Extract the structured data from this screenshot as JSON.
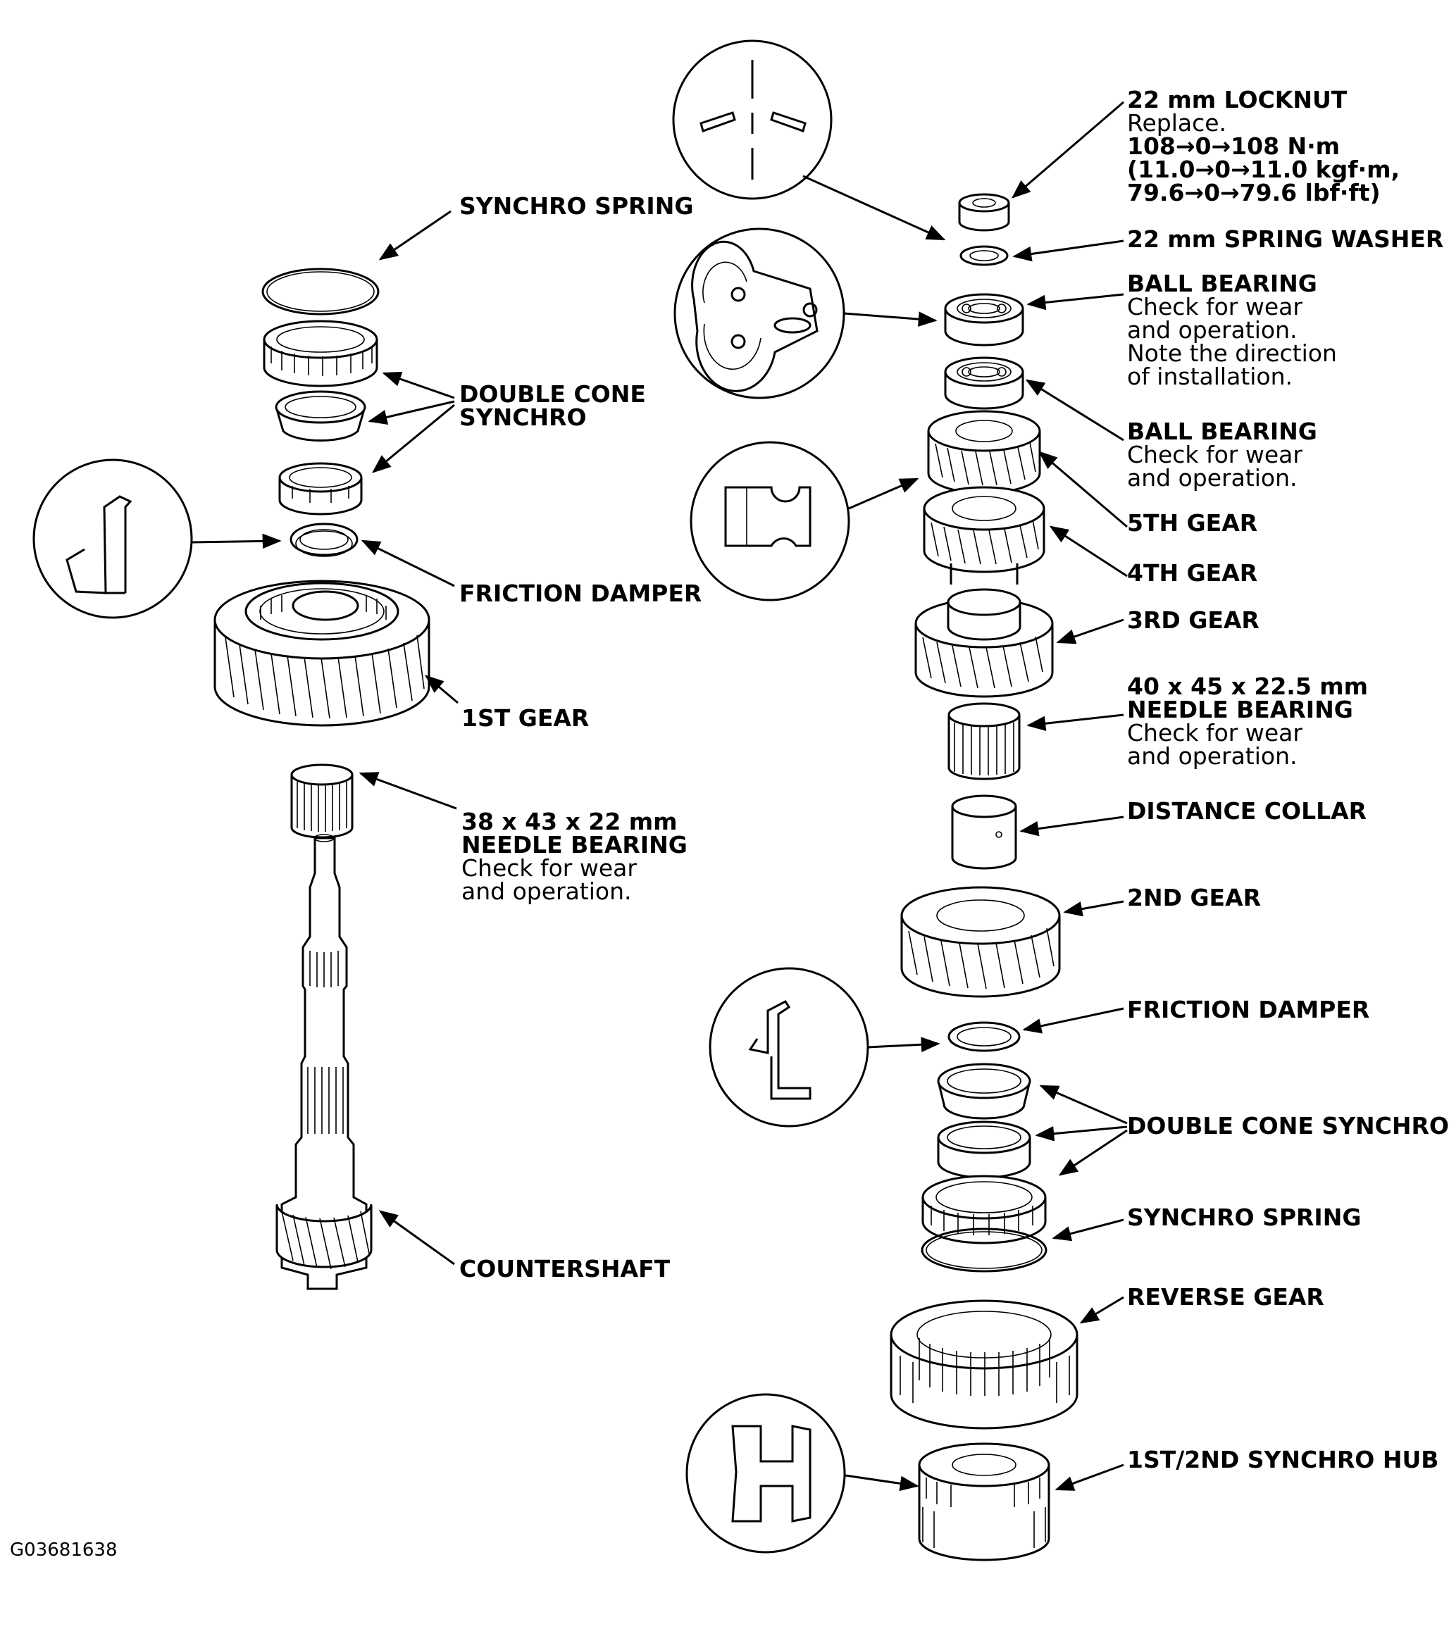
{
  "figure_code": "G03681638",
  "labels": {
    "synchro_spring_left": {
      "title": "SYNCHRO SPRING"
    },
    "double_cone_left": {
      "title": [
        "DOUBLE CONE",
        "SYNCHRO"
      ]
    },
    "friction_damper_left": {
      "title": "FRICTION DAMPER"
    },
    "first_gear": {
      "title": "1ST GEAR"
    },
    "needle_bearing_38": {
      "title": [
        "38 x 43 x 22 mm",
        "NEEDLE BEARING"
      ],
      "note": [
        "Check for wear",
        "and operation."
      ]
    },
    "countershaft": {
      "title": "COUNTERSHAFT"
    },
    "locknut": {
      "title": "22 mm LOCKNUT",
      "note": "Replace.",
      "torque": [
        "108→0→108 N·m",
        "(11.0→0→11.0 kgf·m,",
        "79.6→0→79.6 lbf·ft)"
      ]
    },
    "spring_washer": {
      "title": "22 mm SPRING WASHER"
    },
    "ball_bearing_1": {
      "title": "BALL BEARING",
      "note": [
        "Check for wear",
        "and operation.",
        "Note the direction",
        "of installation."
      ]
    },
    "ball_bearing_2": {
      "title": "BALL BEARING",
      "note": [
        "Check for wear",
        "and operation."
      ]
    },
    "fifth_gear": {
      "title": "5TH GEAR"
    },
    "fourth_gear": {
      "title": "4TH GEAR"
    },
    "third_gear": {
      "title": "3RD GEAR"
    },
    "needle_bearing_40": {
      "title": [
        "40 x 45 x 22.5 mm",
        "NEEDLE BEARING"
      ],
      "note": [
        "Check for wear",
        "and operation."
      ]
    },
    "distance_collar": {
      "title": "DISTANCE COLLAR"
    },
    "second_gear": {
      "title": "2ND GEAR"
    },
    "friction_damper_right": {
      "title": "FRICTION DAMPER"
    },
    "double_cone_right": {
      "title": "DOUBLE CONE SYNCHRO"
    },
    "synchro_spring_right": {
      "title": "SYNCHRO SPRING"
    },
    "reverse_gear": {
      "title": "REVERSE GEAR"
    },
    "synchro_hub": {
      "title": "1ST/2ND SYNCHRO HUB"
    }
  }
}
